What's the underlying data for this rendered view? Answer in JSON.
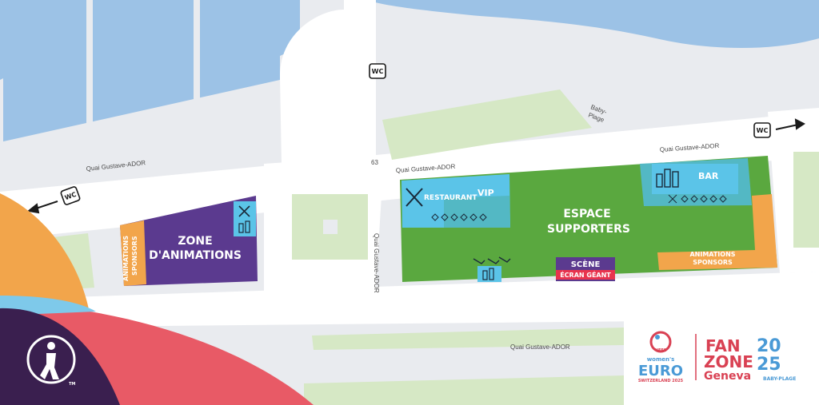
{
  "streets": {
    "quai_left": "Quai Gustave-ADOR",
    "quai_center": "Quai Gustave-ADOR",
    "quai_right": "Quai Gustave-ADOR",
    "quai_vertical": "Quai Gustave-ADOR",
    "quai_bottom": "Quai Gustave-ADOR",
    "street_number": "63",
    "baby_plage_1": "Baby-",
    "baby_plage_2": "Plage"
  },
  "wc": {
    "label": "WC"
  },
  "zones": {
    "zone_animations": {
      "line1": "ZONE",
      "line2": "D'ANIMATIONS",
      "color": "#5b3a8f"
    },
    "animations_sponsors_left": {
      "line1": "ANIMATIONS",
      "line2": "SPONSORS",
      "color": "#f2a54b"
    },
    "espace_supporters": {
      "line1": "ESPACE",
      "line2": "SUPPORTERS",
      "color": "#5aa83f"
    },
    "restaurant": {
      "label": "RESTAURANT",
      "color": "#5bc4e8"
    },
    "vip": {
      "label": "VIP"
    },
    "bar": {
      "label": "BAR"
    },
    "animations_sponsors_right": {
      "line1": "ANIMATIONS",
      "line2": "SPONSORS"
    },
    "scene": {
      "label": "SCÈNE",
      "sublabel": "ÉCRAN GÉANT",
      "color": "#5b3a8f",
      "accent": "#e8344e"
    }
  },
  "branding": {
    "uefa": "UEFA",
    "womens": "women's",
    "euro": "EURO",
    "country": "SWITZERLAND 2025",
    "fan": "FAN",
    "zone": "ZONE",
    "geneva": "Geneva",
    "year_top": "20",
    "year_bottom": "25",
    "baby_plage": "BABY-PLAGE",
    "trademark": "TM",
    "red": "#d94153",
    "blue": "#4a9ad6"
  },
  "icons": [
    "wc-icon",
    "arrow-icon",
    "cutlery-icon",
    "bottles-icon",
    "deckchair-icon",
    "player-logo-icon"
  ]
}
